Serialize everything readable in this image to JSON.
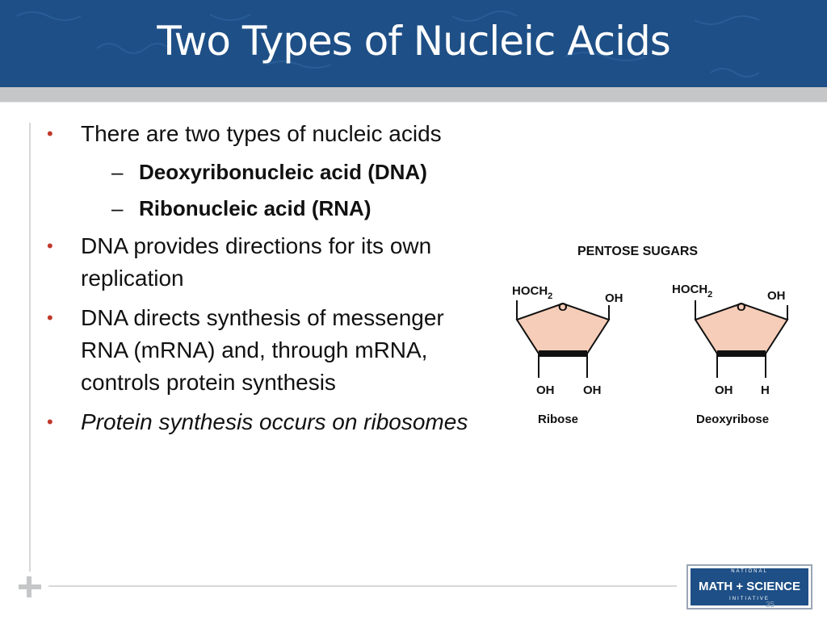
{
  "slide": {
    "title": "Two Types of Nucleic Acids",
    "slide_number": "35"
  },
  "bullets": [
    {
      "text": "There are two types of nucleic acids",
      "subitems": [
        "Deoxyribonucleic acid (DNA)",
        "Ribonucleic acid (RNA)"
      ]
    },
    {
      "text": "DNA provides directions for its own replication"
    },
    {
      "text": "DNA directs synthesis of messenger RNA (mRNA) and, through mRNA, controls protein synthesis"
    },
    {
      "text": "Protein synthesis occurs on ribosomes",
      "italic": true
    }
  ],
  "diagram": {
    "heading": "PENTOSE SUGARS",
    "ribose": {
      "label": "Ribose",
      "group_top_left": "HOCH",
      "group_top_left_subscript": "2",
      "ring_oxygen": "O",
      "group_top_right": "OH",
      "group_bottom_left": "OH",
      "group_bottom_right": "OH"
    },
    "deoxyribose": {
      "label": "Deoxyribose",
      "group_top_left": "HOCH",
      "group_top_left_subscript": "2",
      "ring_oxygen": "O",
      "group_top_right": "OH",
      "group_bottom_left": "OH",
      "group_bottom_right": "H"
    },
    "ring_fill_color": "#f6cdb8"
  },
  "logo": {
    "top": "NATIONAL",
    "main": "MATH + SCIENCE",
    "bottom": "INITIATIVE"
  },
  "colors": {
    "header_background": "#1e4f86",
    "bullet_marker": "#c0392b",
    "body_text": "#111111"
  }
}
